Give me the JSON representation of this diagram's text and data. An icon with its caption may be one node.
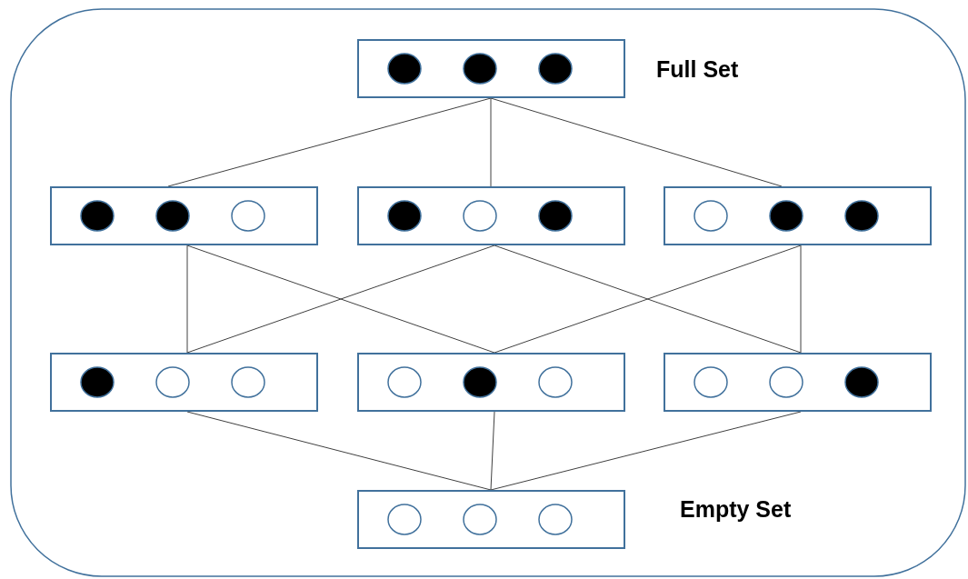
{
  "diagram": {
    "nodes": [
      {
        "text": [],
        "shape": "box",
        "beside": [
          "Full Set"
        ]
      },
      {
        "text": [],
        "shape": "box"
      },
      {
        "text": [],
        "shape": "box"
      },
      {
        "text": [],
        "shape": "box"
      },
      {
        "text": [],
        "shape": "box"
      },
      {
        "text": [],
        "shape": "box"
      },
      {
        "text": [],
        "shape": "box"
      },
      {
        "text": [],
        "shape": "box",
        "beside": [
          "Empty Set"
        ]
      }
    ],
    "edges": [
      {
        "from": 0,
        "to": 1,
        "arrow": "none"
      },
      {
        "from": 0,
        "to": 2,
        "arrow": "none"
      },
      {
        "from": 0,
        "to": 3,
        "arrow": "none"
      },
      {
        "from": 1,
        "to": 4,
        "arrow": "none"
      },
      {
        "from": 1,
        "to": 5,
        "arrow": "none"
      },
      {
        "from": 2,
        "to": 4,
        "arrow": "none"
      },
      {
        "from": 2,
        "to": 6,
        "arrow": "none"
      },
      {
        "from": 3,
        "to": 5,
        "arrow": "none"
      },
      {
        "from": 3,
        "to": 6,
        "arrow": "none"
      },
      {
        "from": 4,
        "to": 7,
        "arrow": "none"
      },
      {
        "from": 5,
        "to": 7,
        "arrow": "none"
      },
      {
        "from": 6,
        "to": 7,
        "arrow": "none"
      }
    ]
  }
}
